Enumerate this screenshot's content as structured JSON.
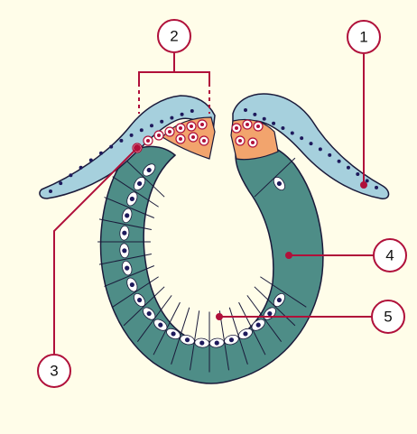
{
  "diagram": {
    "callouts": [
      {
        "id": "1",
        "label": "1"
      },
      {
        "id": "2",
        "label": "2"
      },
      {
        "id": "3",
        "label": "3"
      },
      {
        "id": "4",
        "label": "4"
      },
      {
        "id": "5",
        "label": "5"
      }
    ]
  },
  "colors": {
    "background": "#fffde9",
    "ectoderm": "#a6d0dd",
    "neural_tube": "#4e8d87",
    "neural_crest": "#f2a46d",
    "nucleus_dark": "#1e1a5c",
    "leader_line": "#b0103a",
    "outline": "#1a1a3a"
  }
}
